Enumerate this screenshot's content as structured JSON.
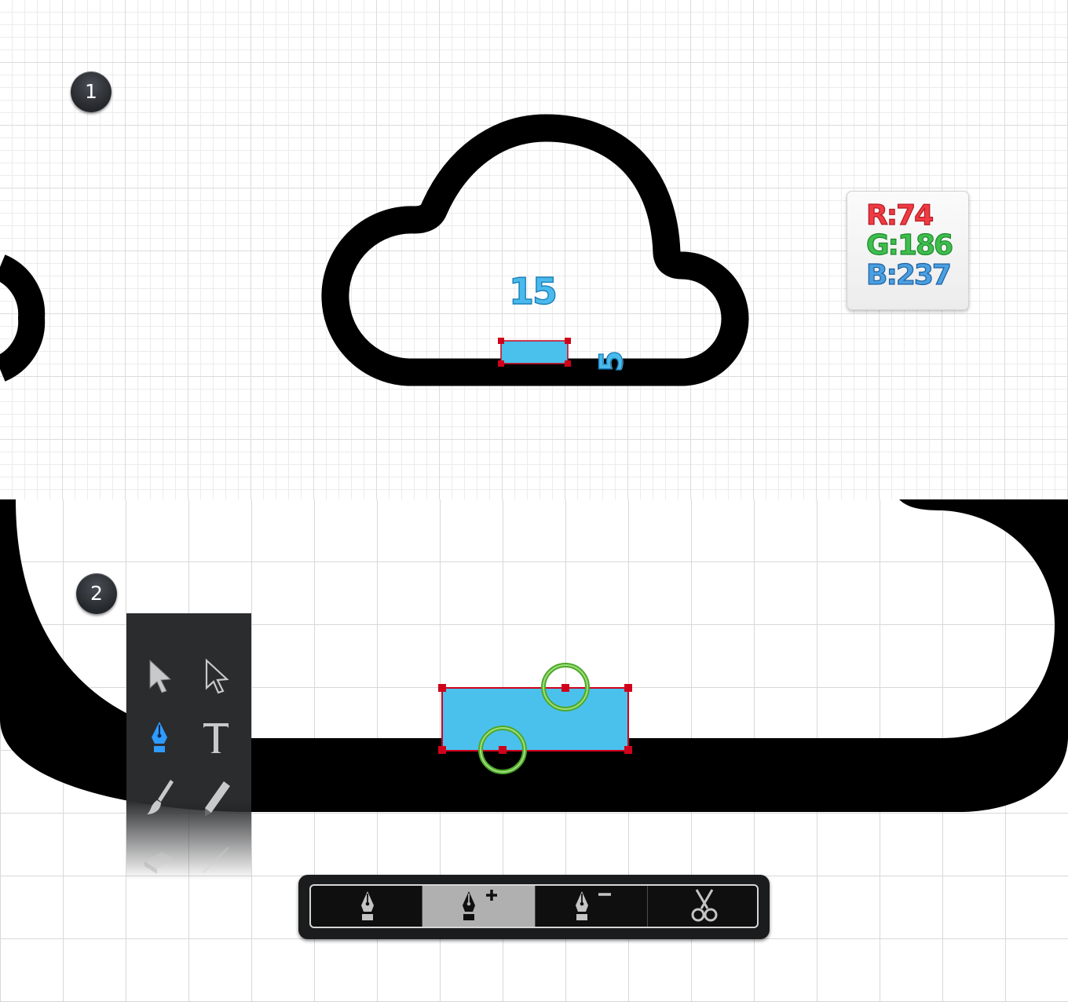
{
  "steps": {
    "step1": "1",
    "step2": "2"
  },
  "dimensions": {
    "width_label": "15",
    "height_label": "5"
  },
  "color_readout": {
    "r": "R:74",
    "g": "G:186",
    "b": "B:237"
  },
  "colors": {
    "fill": "#4ac1ed",
    "outline": "#000000",
    "anchor": "#d0021b",
    "highlight_ring": "#5ab52e",
    "active_tool": "#2e9bff"
  },
  "toolbox": {
    "tools": [
      "selection-tool",
      "direct-selection-tool",
      "pen-tool",
      "type-tool",
      "paintbrush-tool",
      "pencil-tool",
      "eraser-tool",
      "line-segment-tool"
    ],
    "active": "pen-tool"
  },
  "pen_options": {
    "buttons": [
      "pen-tool",
      "add-anchor-point-tool",
      "delete-anchor-point-tool",
      "scissors-tool"
    ],
    "active": "add-anchor-point-tool"
  }
}
